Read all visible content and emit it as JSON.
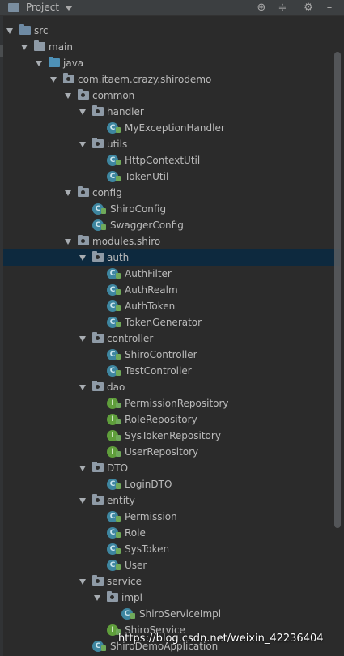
{
  "toolbar": {
    "title": "Project",
    "icons": [
      "project-folder-icon",
      "dropdown-icon",
      "locate-icon",
      "collapse-icon",
      "gear-icon",
      "hide-icon"
    ]
  },
  "tree": [
    {
      "label": "src",
      "depth": 0,
      "kind": "folder-src",
      "expanded": true
    },
    {
      "label": "main",
      "depth": 1,
      "kind": "folder",
      "expanded": true
    },
    {
      "label": "java",
      "depth": 2,
      "kind": "folder-java",
      "expanded": true
    },
    {
      "label": "com.itaem.crazy.shirodemo",
      "depth": 3,
      "kind": "package",
      "expanded": true
    },
    {
      "label": "common",
      "depth": 4,
      "kind": "package",
      "expanded": true
    },
    {
      "label": "handler",
      "depth": 5,
      "kind": "package",
      "expanded": true
    },
    {
      "label": "MyExceptionHandler",
      "depth": 6,
      "kind": "class"
    },
    {
      "label": "utils",
      "depth": 5,
      "kind": "package",
      "expanded": true
    },
    {
      "label": "HttpContextUtil",
      "depth": 6,
      "kind": "class"
    },
    {
      "label": "TokenUtil",
      "depth": 6,
      "kind": "class"
    },
    {
      "label": "config",
      "depth": 4,
      "kind": "package",
      "expanded": true
    },
    {
      "label": "ShiroConfig",
      "depth": 5,
      "kind": "class"
    },
    {
      "label": "SwaggerConfig",
      "depth": 5,
      "kind": "class"
    },
    {
      "label": "modules.shiro",
      "depth": 4,
      "kind": "package",
      "expanded": true
    },
    {
      "label": "auth",
      "depth": 5,
      "kind": "package",
      "expanded": true,
      "selected": true
    },
    {
      "label": "AuthFilter",
      "depth": 6,
      "kind": "class"
    },
    {
      "label": "AuthRealm",
      "depth": 6,
      "kind": "class"
    },
    {
      "label": "AuthToken",
      "depth": 6,
      "kind": "class"
    },
    {
      "label": "TokenGenerator",
      "depth": 6,
      "kind": "class"
    },
    {
      "label": "controller",
      "depth": 5,
      "kind": "package",
      "expanded": true
    },
    {
      "label": "ShiroController",
      "depth": 6,
      "kind": "class"
    },
    {
      "label": "TestController",
      "depth": 6,
      "kind": "class"
    },
    {
      "label": "dao",
      "depth": 5,
      "kind": "package",
      "expanded": true
    },
    {
      "label": "PermissionRepository",
      "depth": 6,
      "kind": "interface"
    },
    {
      "label": "RoleRepository",
      "depth": 6,
      "kind": "interface"
    },
    {
      "label": "SysTokenRepository",
      "depth": 6,
      "kind": "interface"
    },
    {
      "label": "UserRepository",
      "depth": 6,
      "kind": "interface"
    },
    {
      "label": "DTO",
      "depth": 5,
      "kind": "package",
      "expanded": true
    },
    {
      "label": "LoginDTO",
      "depth": 6,
      "kind": "class"
    },
    {
      "label": "entity",
      "depth": 5,
      "kind": "package",
      "expanded": true
    },
    {
      "label": "Permission",
      "depth": 6,
      "kind": "class"
    },
    {
      "label": "Role",
      "depth": 6,
      "kind": "class"
    },
    {
      "label": "SysToken",
      "depth": 6,
      "kind": "class"
    },
    {
      "label": "User",
      "depth": 6,
      "kind": "class"
    },
    {
      "label": "service",
      "depth": 5,
      "kind": "package",
      "expanded": true
    },
    {
      "label": "impl",
      "depth": 6,
      "kind": "package",
      "expanded": true
    },
    {
      "label": "ShiroServiceImpl",
      "depth": 7,
      "kind": "class"
    },
    {
      "label": "ShiroService",
      "depth": 6,
      "kind": "interface"
    },
    {
      "label": "ShiroDemoApplication",
      "depth": 5,
      "kind": "class-app"
    }
  ],
  "watermark": "https://blog.csdn.net/weixin_42236404",
  "colors": {
    "background": "#2b2b2b",
    "selection": "#0d293e",
    "class_icon": "#3e86a0",
    "interface_icon": "#5f9e3b",
    "text": "#bbbbbb"
  }
}
